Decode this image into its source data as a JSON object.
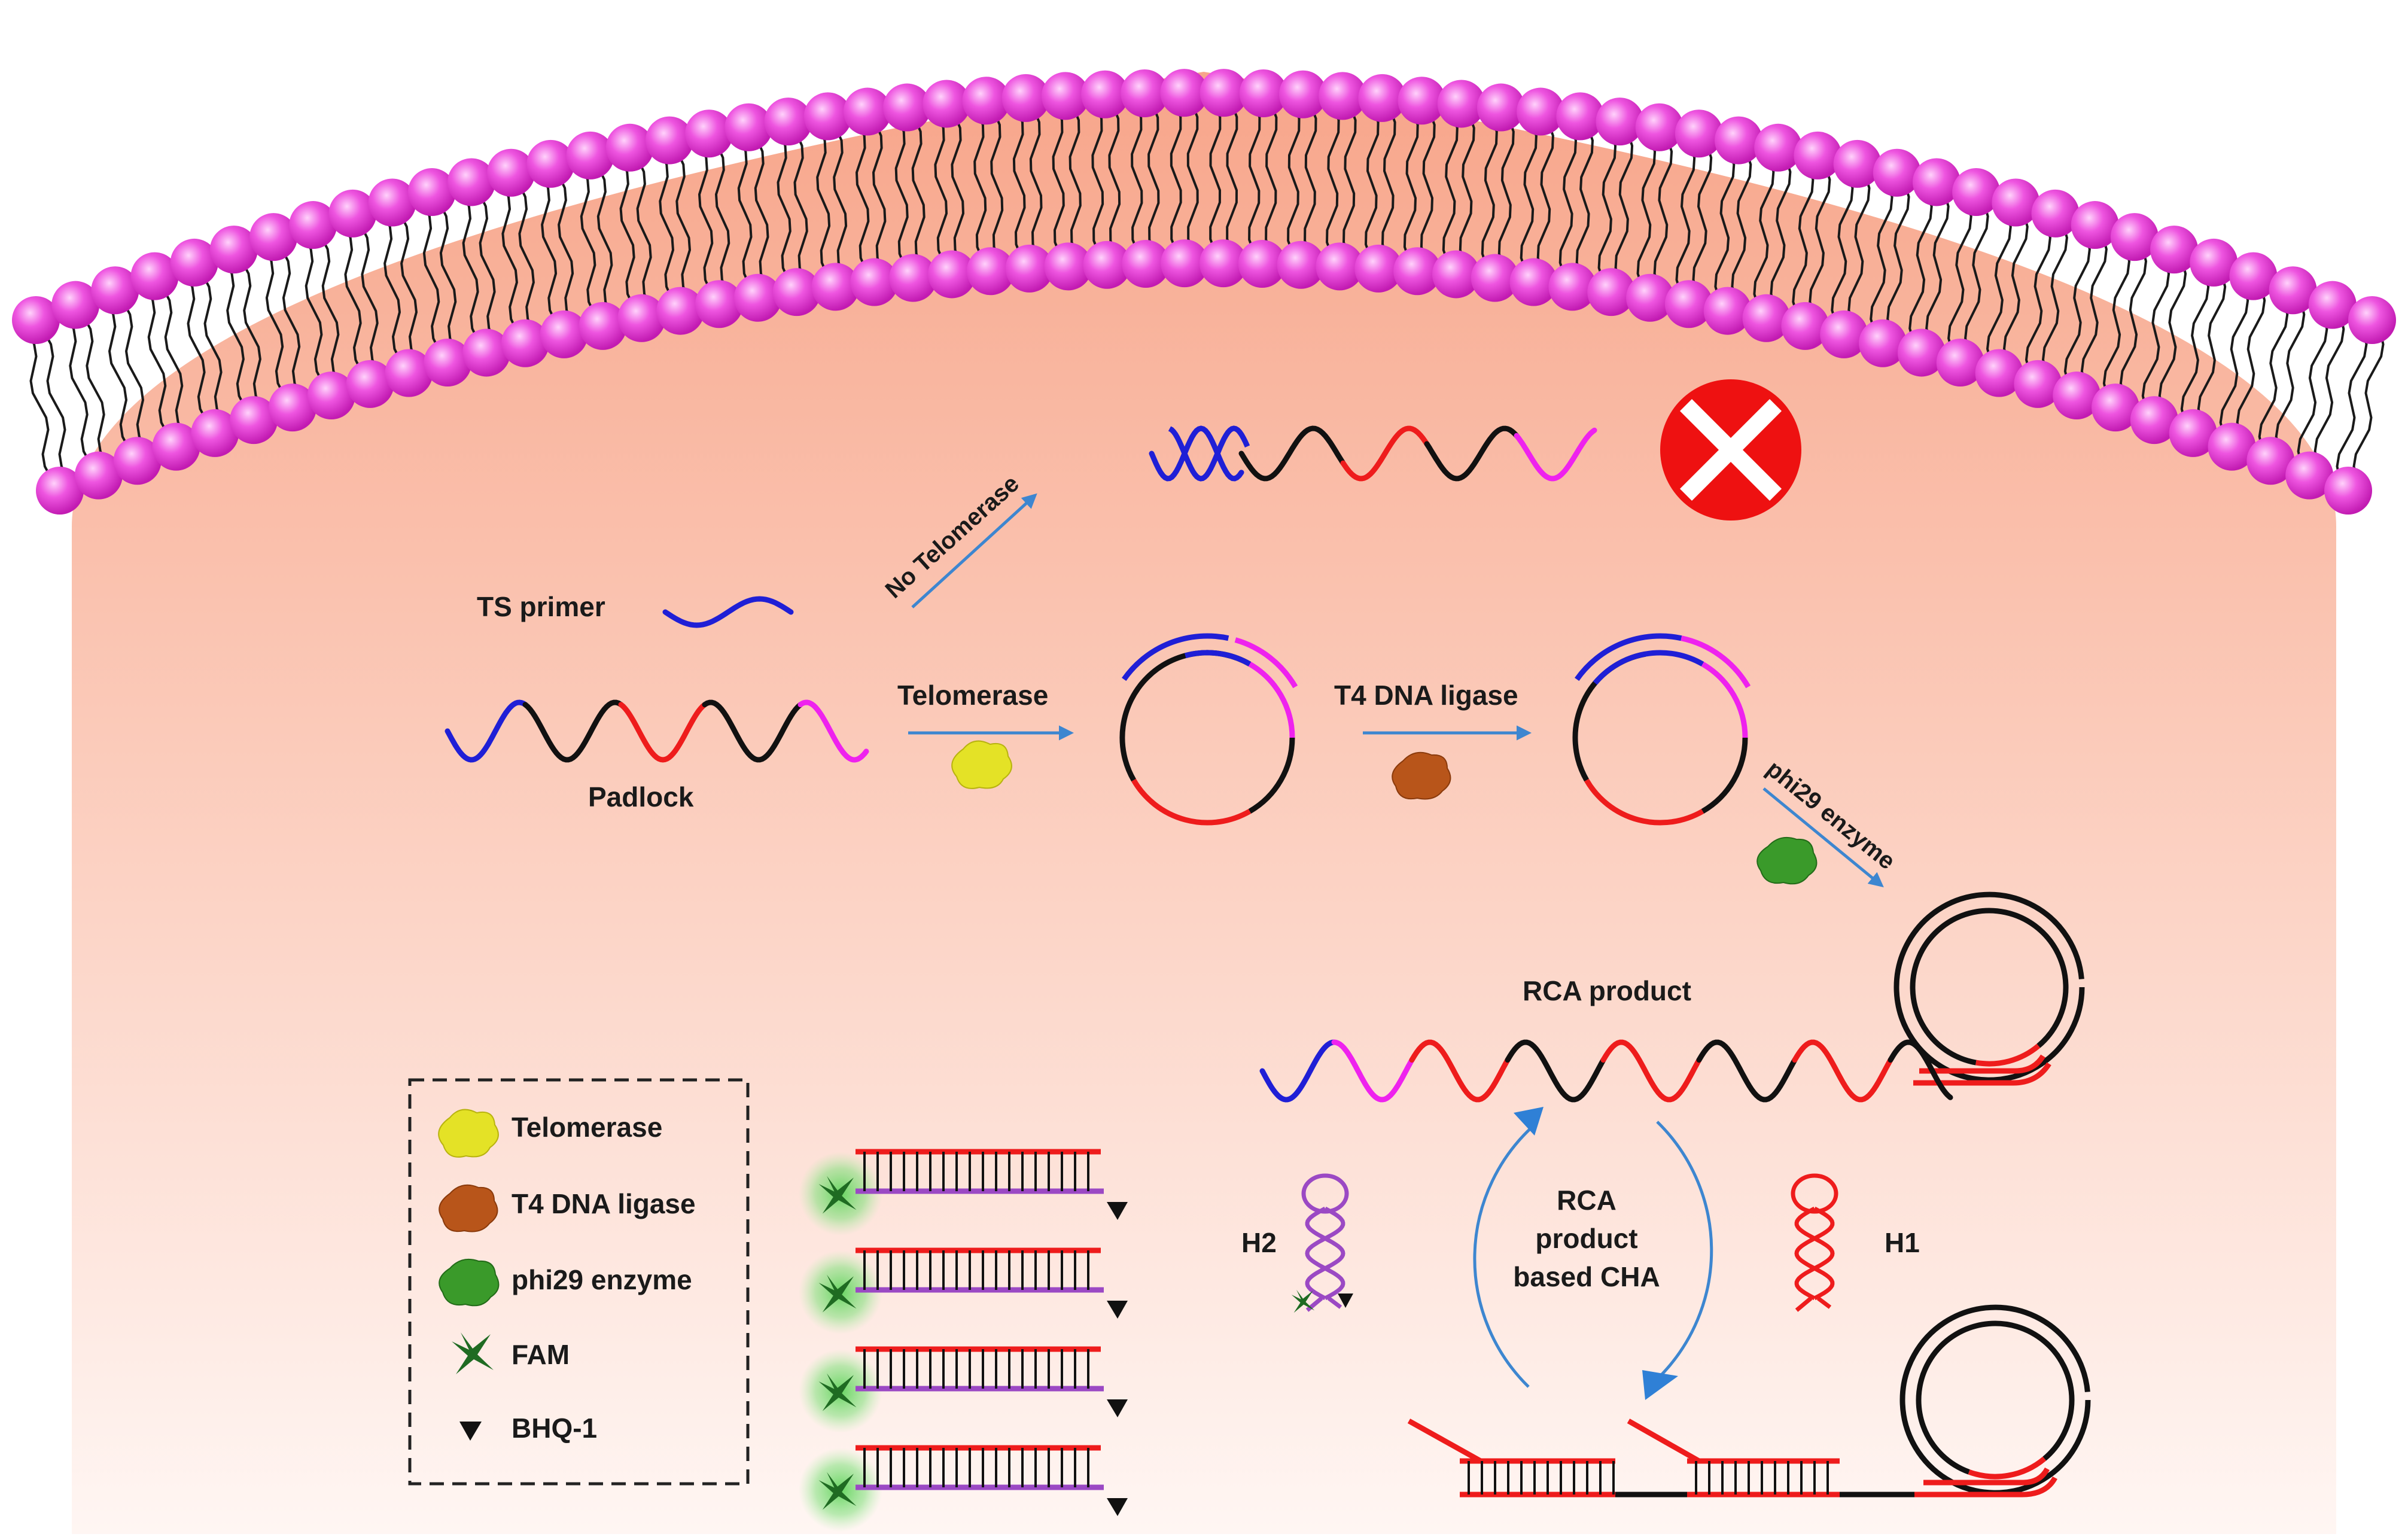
{
  "labels": {
    "no_telomerase": "No Telomerase",
    "ts_primer": "TS primer",
    "padlock": "Padlock",
    "telomerase": "Telomerase",
    "t4_ligase": "T4 DNA ligase",
    "phi29": "phi29 enzyme",
    "rca_product": "RCA product",
    "h1": "H1",
    "h2": "H2",
    "cycle_line1": "RCA",
    "cycle_line2": "product",
    "cycle_line3": "based CHA"
  },
  "legend": {
    "items": [
      {
        "label": "Telomerase",
        "icon": "yellow-blob"
      },
      {
        "label": "T4 DNA ligase",
        "icon": "brown-blob"
      },
      {
        "label": "phi29 enzyme",
        "icon": "green-blob"
      },
      {
        "label": "FAM",
        "icon": "green-star"
      },
      {
        "label": "BHQ-1",
        "icon": "black-triangle"
      }
    ]
  },
  "colors": {
    "membrane_head": "#e83cd8",
    "cytoplasm_top": "#f9b39b",
    "cytoplasm_bottom": "#fff5f2",
    "dna_blue": "#1f1fd6",
    "dna_black": "#111111",
    "dna_red": "#ee1c1c",
    "dna_magenta": "#ee22ee",
    "arrow_blue": "#3d86d0",
    "stop_red": "#ee1111",
    "telomerase_yellow": "#e5e526",
    "ligase_brown": "#b65416",
    "phi29_green": "#3a9a2a",
    "fam_green": "#1f6b22",
    "h2_purple": "#9b49c4"
  }
}
